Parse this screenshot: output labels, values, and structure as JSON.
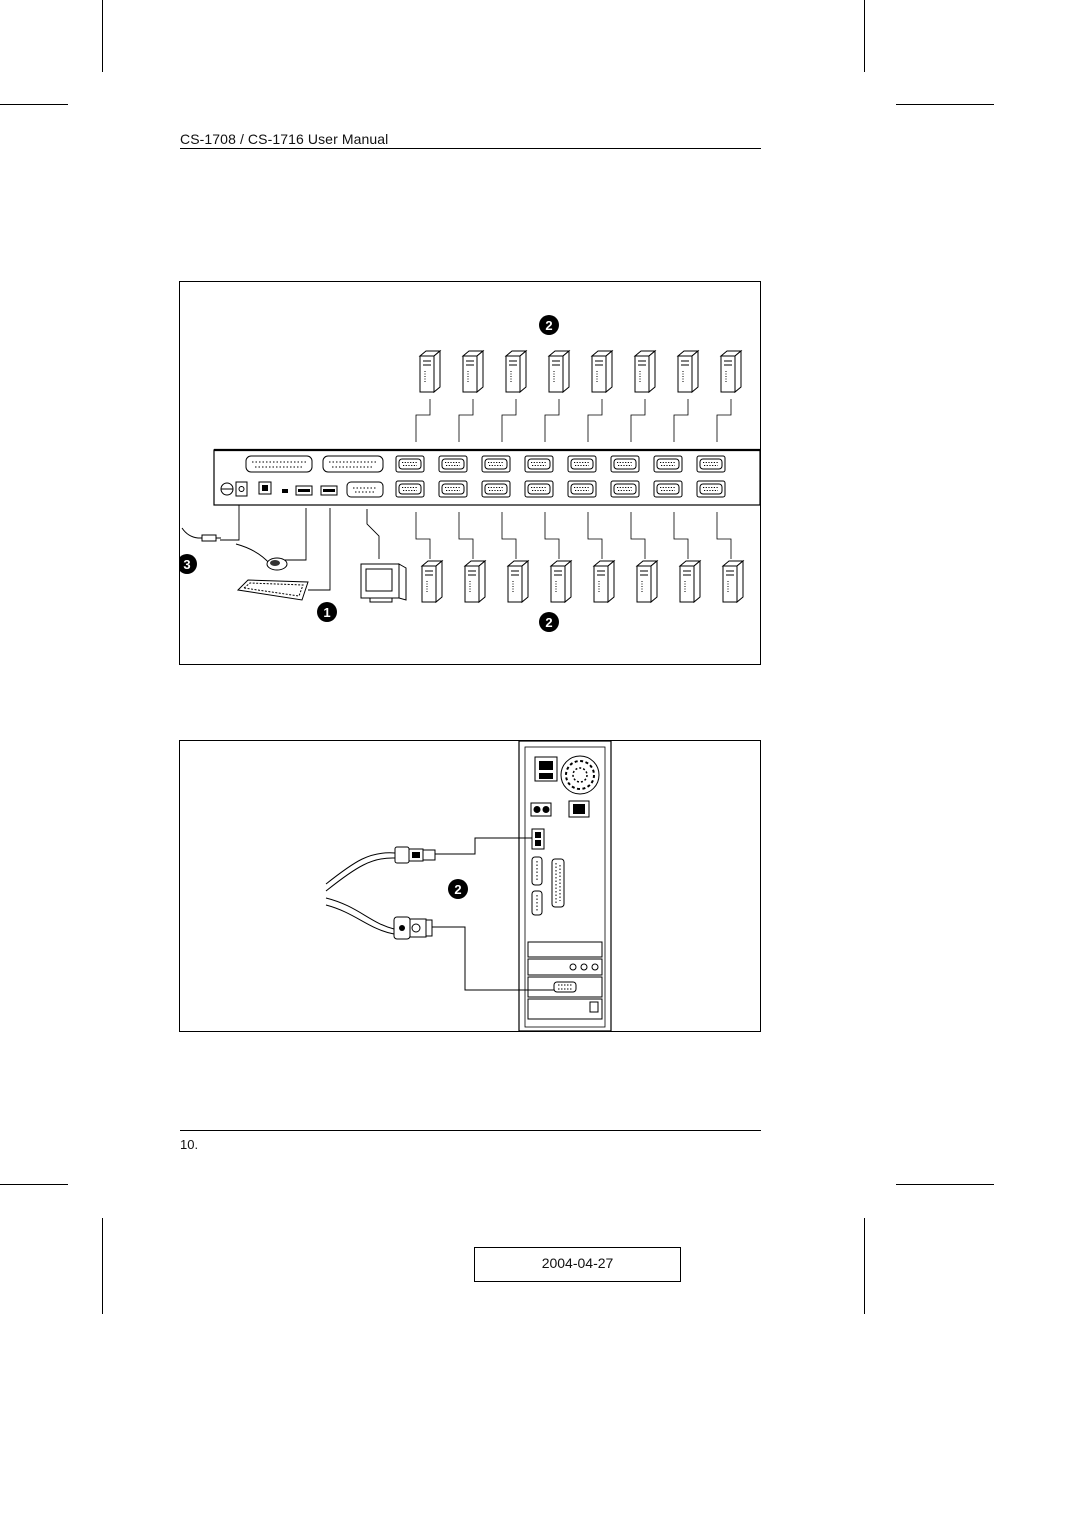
{
  "header": {
    "title": "CS-1708 / CS-1716 User Manual"
  },
  "figure1": {
    "callouts": {
      "computers_top": "2",
      "console": "3",
      "monitor": "1",
      "computers_bottom": "2"
    }
  },
  "figure2": {
    "callouts": {
      "kvm_cable": "2"
    }
  },
  "footer": {
    "page_number": "10.",
    "date": "2004-04-27"
  },
  "colors": {
    "line": "#000000",
    "panel_fill": "#ffffff",
    "callout_fill": "#000000",
    "callout_text": "#ffffff"
  }
}
